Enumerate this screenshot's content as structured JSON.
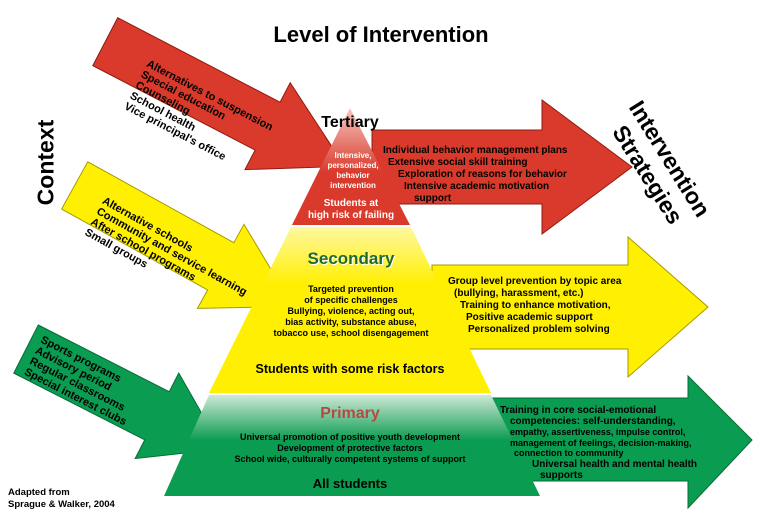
{
  "title": "Level of Intervention",
  "context_label": "Context",
  "strategies_label": [
    "Intervention",
    "Strategies"
  ],
  "credit": [
    "Adapted from",
    "Sprague & Walker, 2004"
  ],
  "colors": {
    "tertiary": "#d93a2b",
    "tertiary_dark": "#b42418",
    "secondary": "#ffef00",
    "primary": "#0a9c50",
    "primary_light": "#cfe8d6",
    "primary_label": "#b24a46",
    "secondary_label": "#1e6a2e"
  },
  "tiers": [
    {
      "id": "tertiary",
      "label": "Tertiary",
      "context": [
        "Alternatives to suspension",
        "Special education",
        "Counseling",
        "School health",
        "Vice principal's office"
      ],
      "description": [
        "Intensive,",
        "personalized,",
        "behavior",
        "intervention"
      ],
      "population": [
        "Students at",
        "high risk of failing"
      ],
      "strategies": [
        "Individual behavior management plans",
        "Extensive social skill training",
        "Exploration of reasons  for behavior",
        "Intensive academic motivation",
        "support"
      ]
    },
    {
      "id": "secondary",
      "label": "Secondary",
      "context": [
        "Alternative schools",
        "Community and service learning",
        "After school programs",
        "Small groups"
      ],
      "description": [
        "Targeted prevention",
        "of specific challenges",
        "Bullying, violence, acting out,",
        "bias activity, substance abuse,",
        "tobacco use, school disengagement"
      ],
      "population": [
        "Students with some risk factors"
      ],
      "strategies": [
        "Group level prevention by topic area",
        "(bullying, harassment, etc.)",
        "Training to enhance motivation,",
        "Positive academic support",
        "Personalized problem solving"
      ]
    },
    {
      "id": "primary",
      "label": "Primary",
      "context": [
        "Sports programs",
        "Advisory period",
        "Regular classrooms",
        "Special interest clubs"
      ],
      "description": [
        "Universal promotion of positive youth development",
        "Development of protective factors",
        "School wide, culturally competent systems of support"
      ],
      "population": [
        "All students"
      ],
      "strategies": [
        "Training in core social-emotional",
        "competencies: self-understanding,",
        "empathy, assertiveness, impulse control,",
        "management of feelings, decision-making,",
        "connection to community",
        "Universal health and mental health",
        "supports"
      ]
    }
  ]
}
